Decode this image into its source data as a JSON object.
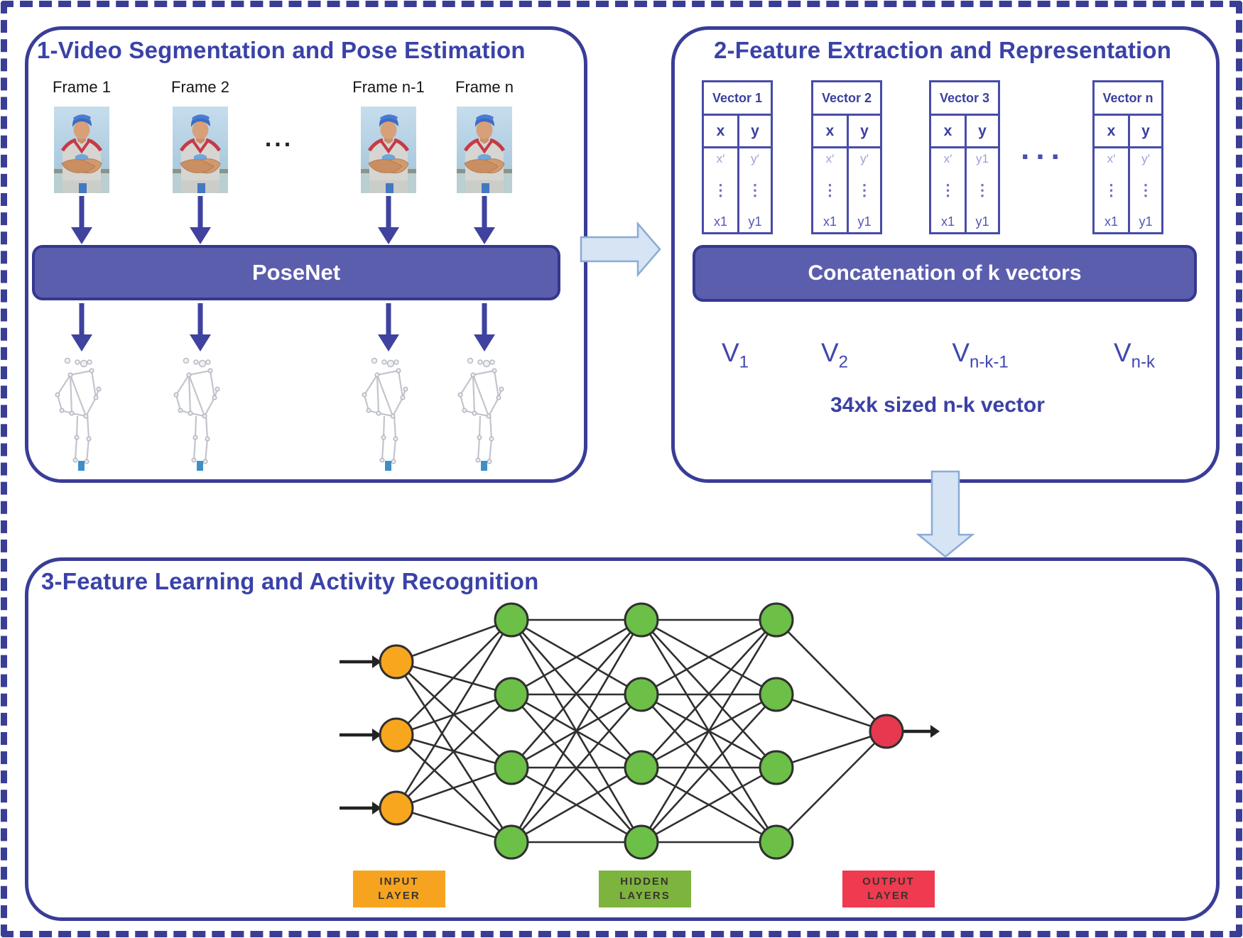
{
  "colors": {
    "panel_border": "#3a3d96",
    "title_text": "#3a42a8",
    "bar_fill": "#5b5ead",
    "bar_border": "#34388f",
    "bar_text": "#ffffff",
    "arrow_indigo": "#3f429f",
    "block_arrow_fill": "#d6e4f4",
    "block_arrow_stroke": "#8aabd6",
    "network_edge": "#2f2f2f"
  },
  "panel1": {
    "title": "1-Video Segmentation and Pose Estimation",
    "frames": [
      {
        "label": "Frame 1"
      },
      {
        "label": "Frame 2"
      },
      {
        "label": "Frame n-1"
      },
      {
        "label": "Frame n"
      }
    ],
    "ellipsis": "...",
    "posenet_label": "PoseNet"
  },
  "panel2": {
    "title": "2-Feature Extraction and Representation",
    "tables": [
      {
        "title": "Vector 1",
        "col_x": "x",
        "col_y": "y",
        "row1_x": "x′",
        "row1_y": "y′",
        "dots": "⋮",
        "rowN_x": "x1",
        "rowN_y": "y1"
      },
      {
        "title": "Vector 2",
        "col_x": "x",
        "col_y": "y",
        "row1_x": "x′",
        "row1_y": "y′",
        "dots": "⋮",
        "rowN_x": "x1",
        "rowN_y": "y1"
      },
      {
        "title": "Vector 3",
        "col_x": "x",
        "col_y": "y",
        "row1_x": "x′",
        "row1_y": "y1",
        "dots": "⋮",
        "rowN_x": "x1",
        "rowN_y": "y1"
      },
      {
        "title": "Vector n",
        "col_x": "x",
        "col_y": "y",
        "row1_x": "x′",
        "row1_y": "y′",
        "dots": "⋮",
        "rowN_x": "x1",
        "rowN_y": "y1"
      }
    ],
    "ellipsis": "...",
    "concat_label": "Concatenation of k vectors",
    "vectors": [
      {
        "base": "V",
        "sub": "1"
      },
      {
        "base": "V",
        "sub": "2"
      },
      {
        "base": "V",
        "sub": "n-k-1"
      },
      {
        "base": "V",
        "sub": "n-k"
      }
    ],
    "size_note": "34xk sized n-k vector"
  },
  "panel3": {
    "title": "3-Feature Learning and Activity Recognition",
    "network": {
      "input_nodes": 3,
      "hidden_layers": [
        4,
        4,
        4
      ],
      "output_nodes": 1,
      "input_color": "#f7a61e",
      "hidden_color": "#6cbf47",
      "output_color": "#e6394f"
    },
    "legend": [
      {
        "line1": "INPUT",
        "line2": "LAYER",
        "color": "#f6a41f"
      },
      {
        "line1": "HIDDEN",
        "line2": "LAYERS",
        "color": "#7db43d"
      },
      {
        "line1": "OUTPUT",
        "line2": "LAYER",
        "color": "#ef3a4f"
      }
    ]
  }
}
